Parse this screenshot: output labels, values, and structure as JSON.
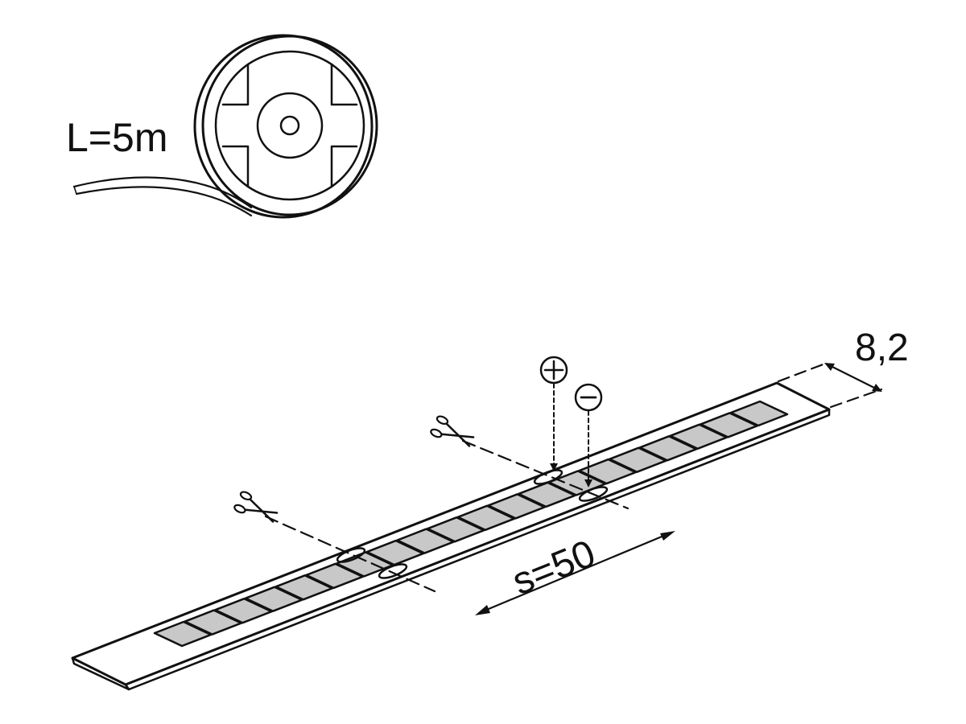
{
  "reel": {
    "length_label": "L=5m"
  },
  "strip": {
    "width_label": "8,2",
    "spacing_label": "s=50",
    "plus_symbol": "+",
    "minus_symbol": "-",
    "led_count": 20,
    "led_color": "#c8c8c8",
    "cut_marks": [
      "scissors-icon",
      "scissors-icon"
    ]
  },
  "colors": {
    "line": "#111111",
    "background": "#ffffff"
  }
}
